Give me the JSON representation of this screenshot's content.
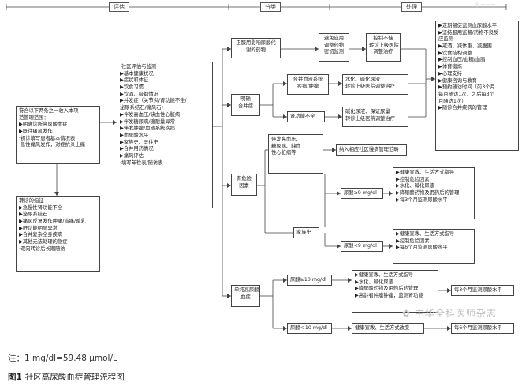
{
  "headers": {
    "assess": "评估",
    "classify": "分类",
    "manage": "处理"
  },
  "entry": [
    "符合以下两条之一收入本项",
    "  范管理范围：",
    "  ▶明确诊断高尿酸血症",
    "  ▶既往痛风发作",
    "·初诊填写患者基本情况表",
    "·急性痛风发作，对症抗炎止痛"
  ],
  "referral": [
    "转诊的指征",
    "  ▶急慢性肾功能不全",
    "  ▶泌尿系结石",
    "  ▶痛风反复发作肿痛/皆痛/畸乳",
    "  ▶肝功能明显异常",
    "  ▶合并复杂全身疾病",
    "  ▶其他无法处理的急症",
    "·双向转诊后长期随访"
  ],
  "assessment": [
    "·社区评估与监测",
    "  ▶基本健康状况",
    "  ▶症状和体征",
    "  ▶饮食习惯",
    "  ▶饮酒、吸烟情况",
    "  ▶并发症（关节炎/肾功能不全/",
    "    泌尿系结石/痛风石）",
    "  ▶伴发高血压/缺血性心脏病",
    "  ▶伴发糖尿病/糖耐量异常",
    "  ▶伴发肿瘤/血液系统疾病",
    "  ▶血尿酸水平",
    "  ▶家族史、既往史",
    "  ▶合并用药情况",
    "  ▶痛风评估",
    "·填写年检表/随访表"
  ],
  "drugs": [
    "正服用影响尿酸代",
    "谢的药物"
  ],
  "drug_action": [
    "避免应用",
    "调整药物",
    "密切监测"
  ],
  "drug_refer": [
    "控制不佳",
    "转诊上级医院",
    "调整治疗"
  ],
  "complication": [
    "明确",
    "合并症"
  ],
  "urinary": [
    "合并血液系统",
    "疾病/肿瘤"
  ],
  "urinary_action": [
    "水化、碱化尿液",
    "转诊上级医院调整治疗"
  ],
  "renal": "肾功能不全",
  "renal_action": [
    "碱化尿液、保证尿量",
    "转诊上级医院调整治疗"
  ],
  "high_risk": [
    "有危险",
    "因素"
  ],
  "risk_detail": [
    "伴发高血压、",
    "糖尿病、缺血",
    "性心脏病等"
  ],
  "risk_norm": "纳入相应社区慢病管理范畴",
  "family": "家族史",
  "ua_high_label": "尿酸≥9 mg/dl",
  "ua_high_items": [
    "▶健康宣教、生活方式指导",
    "▶控制危险因素",
    "▶水化、碱化尿液",
    "▶降尿酸药物及用药后的管理",
    "▶每3个月监测尿酸水平"
  ],
  "ua_low_label": "尿酸<9 mg/dl",
  "ua_low_items": [
    "▶健康宣教、生活方式指导",
    "▶控制危险因素",
    "▶每6个月监测尿酸水平"
  ],
  "simple": [
    "单纯高尿酸",
    "血症"
  ],
  "simple_high_label": "尿酸≥10 mg/dl",
  "simple_high_items": [
    "▶健康宣教、生活方式指导",
    "▶水化、碱化尿液",
    "▶降尿酸药物及用药后的管理",
    "▶高龄者肿瘤钟瘤，监测肾功能"
  ],
  "simple_high_monitor": "每3个月监测尿酸水平",
  "simple_low_label": "尿酸＜10 mg/dl",
  "simple_low_items": "健康宣教、生活方式改变",
  "simple_low_monitor": "每6个月监测尿酸水平",
  "management": [
    "▶定期督促监测血尿酸水平",
    "▶坚持服用监督/药物不良反",
    "  应监测",
    "▶戒酒、减体重、减腹围",
    "▶饮食结构调整",
    "▶控制血压/血糖/血脂",
    "▶体育锻炼",
    "▶心理支持",
    "▶健康咨询与教育",
    "▶预约随访时间（前3个月",
    "  每月随访1次，之后每3个",
    "  月随访1次）",
    "▶随诊合并疾病的管理"
  ],
  "watermark": "中华全科医师杂志",
  "note": "注：1 mg/dl=59.48 μmol/L",
  "caption_num": "图1",
  "caption_text": "社区高尿酸血症管理流程图"
}
